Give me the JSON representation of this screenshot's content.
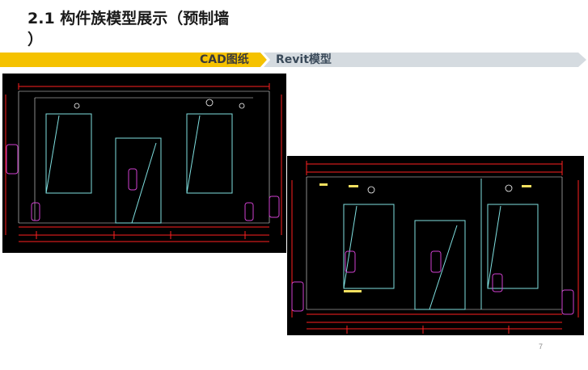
{
  "slide": {
    "title": "2.1 构件族模型展示（预制墙\n）",
    "tabs": [
      {
        "label": "CAD图纸"
      },
      {
        "label": "Revit模型"
      }
    ],
    "page_number": "7",
    "colors": {
      "banner_yellow": "#f5c200",
      "banner_gray": "#d5dbe0",
      "banner_light": "#e4e9ed",
      "drawing_bg": "#000000",
      "cad_red": "#ff2020",
      "cad_cyan": "#7fdfe0",
      "cad_magenta": "#d040d0"
    }
  }
}
